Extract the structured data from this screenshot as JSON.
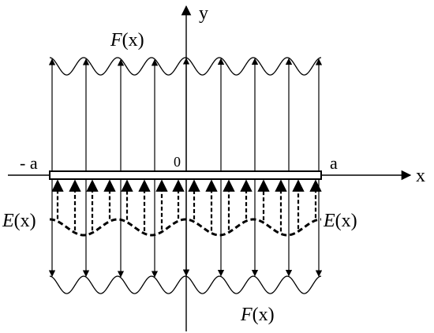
{
  "labels": {
    "y_axis": "y",
    "x_axis": "x",
    "left_end": "- a",
    "right_end": "a",
    "origin": "0",
    "f_top": {
      "fn": "F",
      "arg": "(x)"
    },
    "f_bottom": {
      "fn": "F",
      "arg": "(x)"
    },
    "e_left": {
      "fn": "E",
      "arg": "(x)"
    },
    "e_right": {
      "fn": "E",
      "arg": "(x)"
    }
  },
  "colors": {
    "ink": "#000000",
    "background": "#ffffff"
  }
}
